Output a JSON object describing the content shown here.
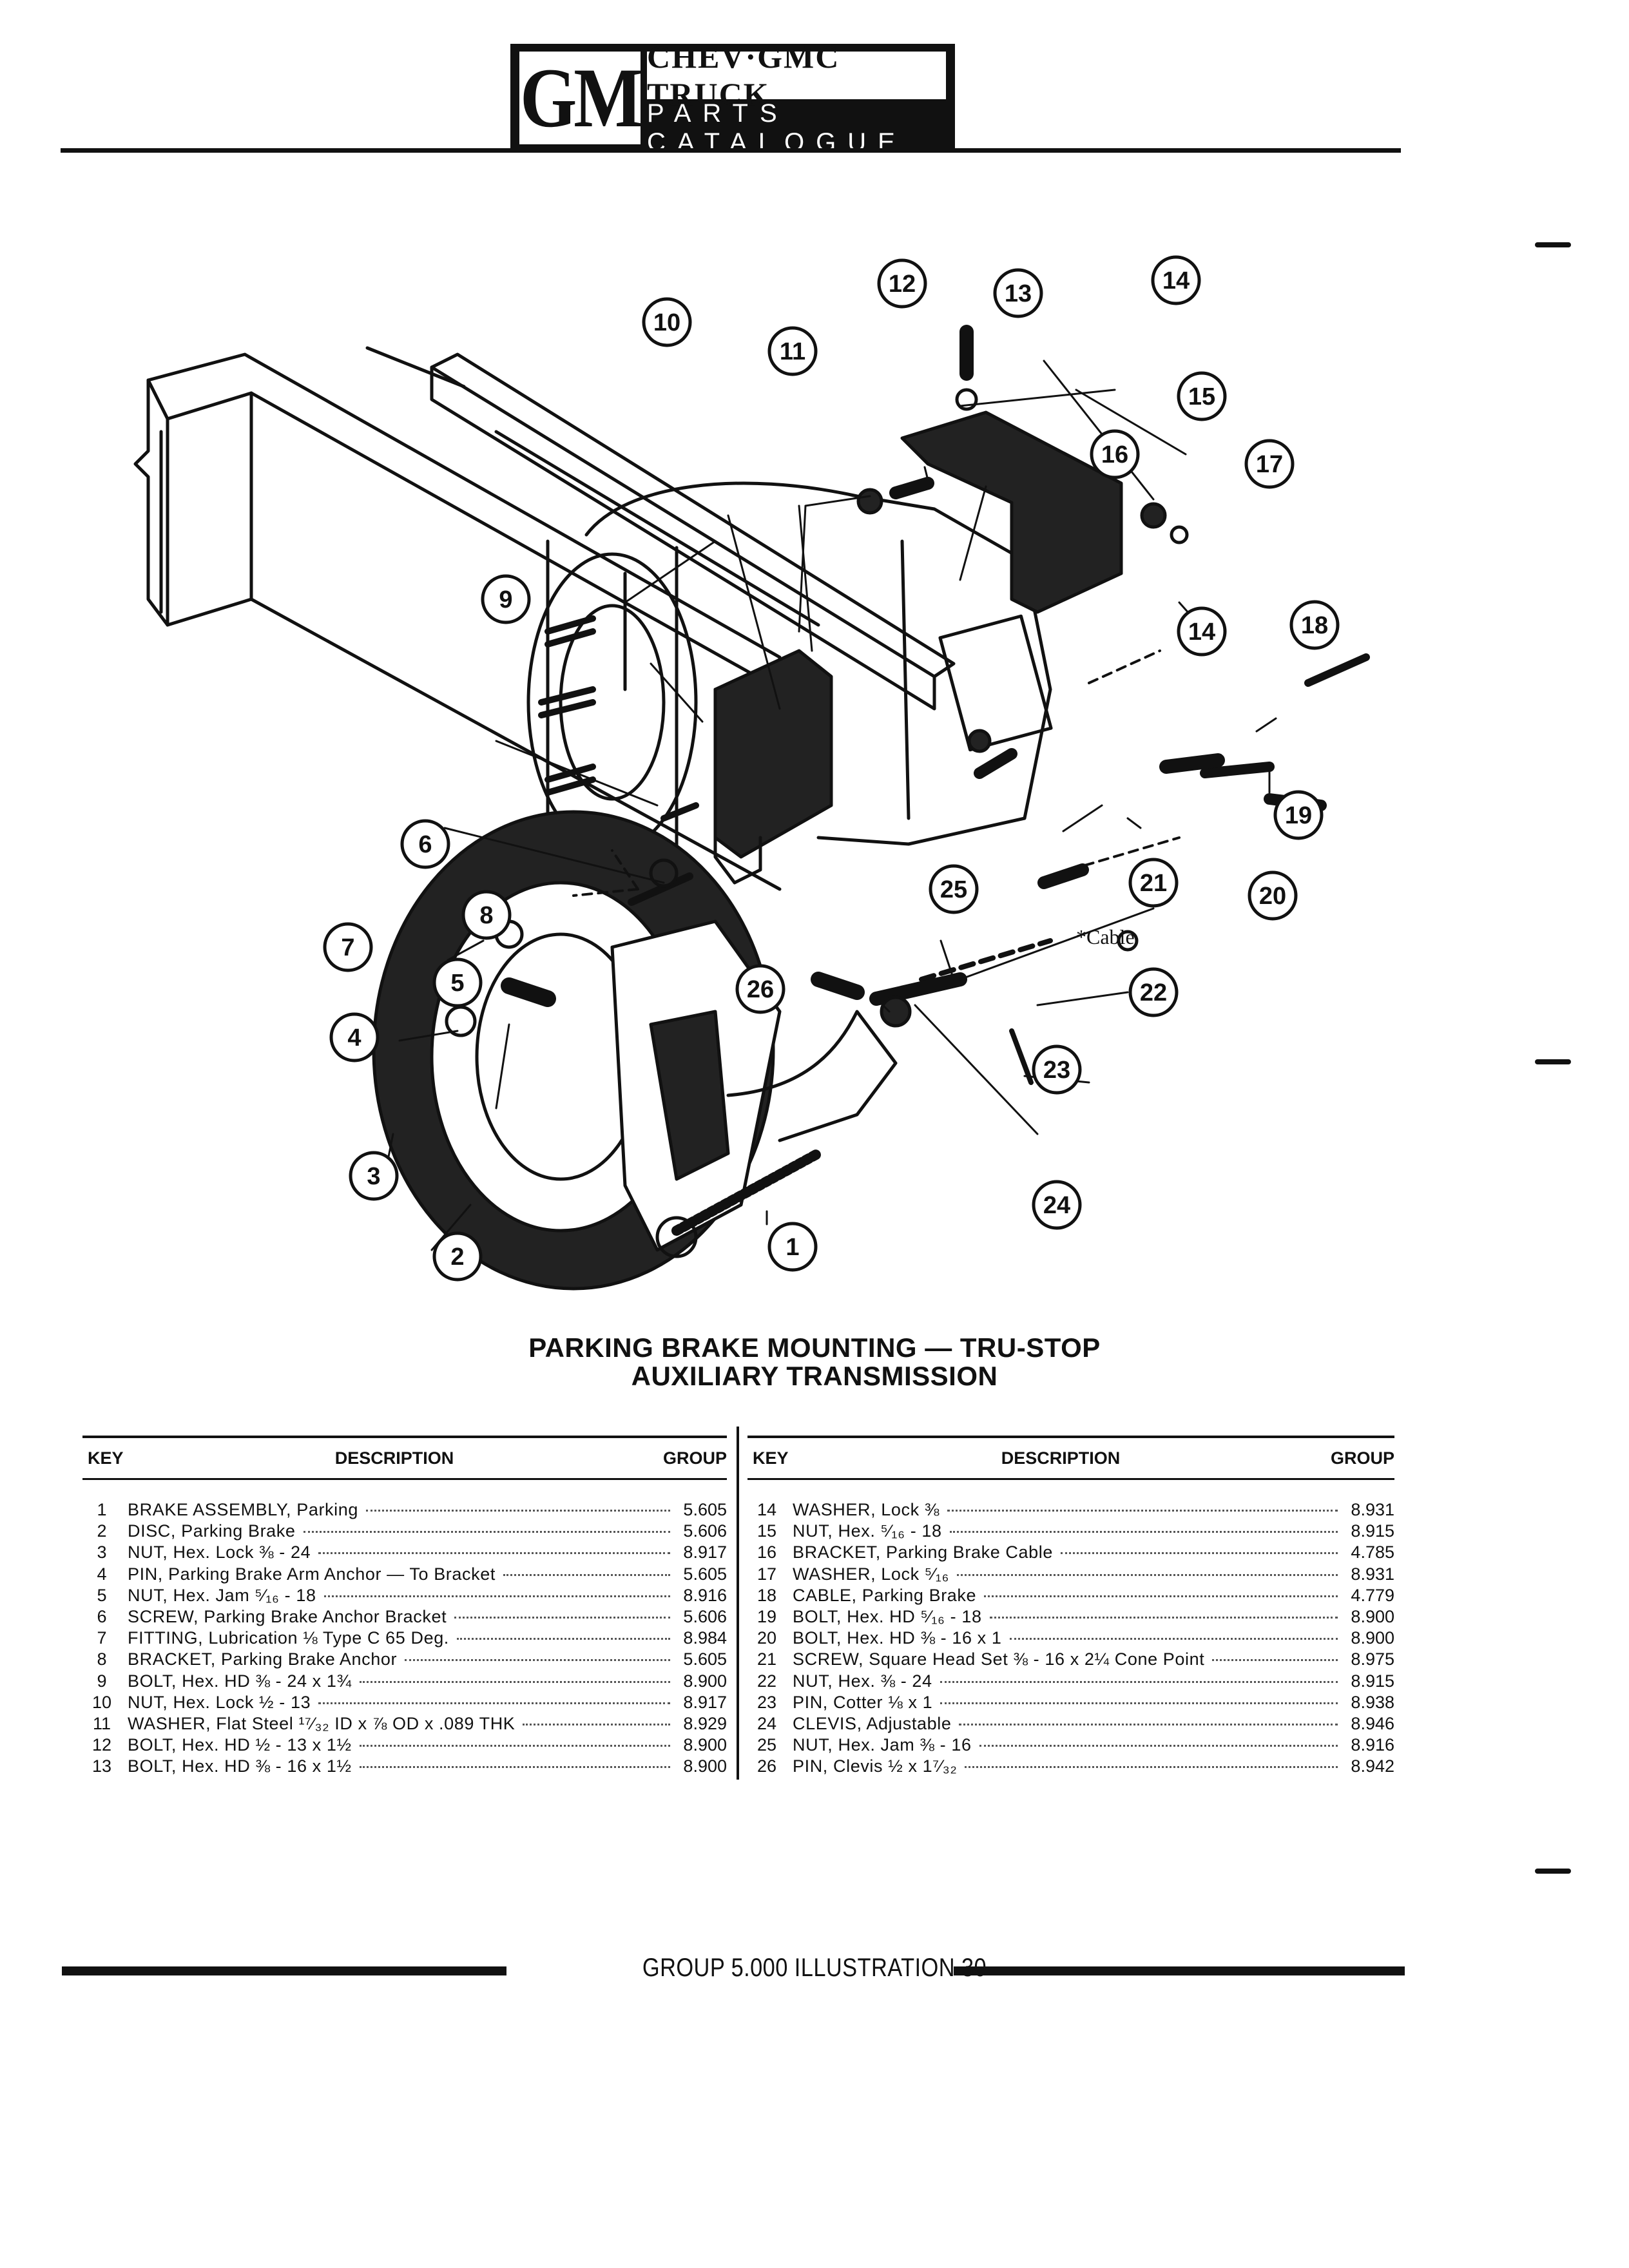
{
  "header": {
    "logo": "GM",
    "title": "CHEV·GMC TRUCK",
    "subtitle": "PARTS CATALOGUE"
  },
  "diagram": {
    "callouts": [
      "1",
      "2",
      "3",
      "4",
      "5",
      "6",
      "7",
      "8",
      "9",
      "10",
      "11",
      "12",
      "13",
      "14",
      "15",
      "16",
      "17",
      "14",
      "18",
      "19",
      "20",
      "21",
      "22",
      "23",
      "24",
      "25",
      "26"
    ],
    "cable_note": "*Cable"
  },
  "caption": {
    "line1": "PARKING BRAKE MOUNTING — TRU-STOP",
    "line2": "AUXILIARY TRANSMISSION"
  },
  "table_headers": {
    "key": "KEY",
    "description": "DESCRIPTION",
    "group": "GROUP"
  },
  "parts_left": [
    {
      "key": "1",
      "desc": "BRAKE ASSEMBLY, Parking",
      "group": "5.605"
    },
    {
      "key": "2",
      "desc": "DISC, Parking Brake",
      "group": "5.606"
    },
    {
      "key": "3",
      "desc": "NUT, Hex. Lock ⅜ - 24",
      "group": "8.917"
    },
    {
      "key": "4",
      "desc": "PIN, Parking Brake Arm Anchor — To Bracket",
      "group": "5.605"
    },
    {
      "key": "5",
      "desc": "NUT, Hex. Jam ⁵⁄₁₆ - 18",
      "group": "8.916"
    },
    {
      "key": "6",
      "desc": "SCREW, Parking Brake Anchor Bracket",
      "group": "5.606"
    },
    {
      "key": "7",
      "desc": "FITTING, Lubrication ⅛ Type C 65 Deg.",
      "group": "8.984"
    },
    {
      "key": "8",
      "desc": "BRACKET, Parking Brake Anchor",
      "group": "5.605"
    },
    {
      "key": "9",
      "desc": "BOLT, Hex. HD ⅜ - 24 x 1¾",
      "group": "8.900"
    },
    {
      "key": "10",
      "desc": "NUT, Hex. Lock ½ - 13",
      "group": "8.917"
    },
    {
      "key": "11",
      "desc": "WASHER, Flat Steel ¹⁷⁄₃₂ ID x ⅞ OD x .089 THK",
      "group": "8.929"
    },
    {
      "key": "12",
      "desc": "BOLT, Hex. HD ½ - 13 x 1½",
      "group": "8.900"
    },
    {
      "key": "13",
      "desc": "BOLT, Hex. HD ⅜ - 16 x 1½",
      "group": "8.900"
    }
  ],
  "parts_right": [
    {
      "key": "14",
      "desc": "WASHER, Lock ⅜",
      "group": "8.931"
    },
    {
      "key": "15",
      "desc": "NUT, Hex. ⁵⁄₁₆ - 18",
      "group": "8.915"
    },
    {
      "key": "16",
      "desc": "BRACKET, Parking Brake Cable",
      "group": "4.785"
    },
    {
      "key": "17",
      "desc": "WASHER, Lock ⁵⁄₁₆",
      "group": "8.931"
    },
    {
      "key": "18",
      "desc": "CABLE, Parking Brake",
      "group": "4.779"
    },
    {
      "key": "19",
      "desc": "BOLT, Hex. HD ⁵⁄₁₆ - 18",
      "group": "8.900"
    },
    {
      "key": "20",
      "desc": "BOLT, Hex. HD ⅜ - 16 x 1",
      "group": "8.900"
    },
    {
      "key": "21",
      "desc": "SCREW, Square Head Set ⅜ - 16 x 2¼ Cone Point",
      "group": "8.975"
    },
    {
      "key": "22",
      "desc": "NUT, Hex. ⅜ - 24",
      "group": "8.915"
    },
    {
      "key": "23",
      "desc": "PIN, Cotter ⅛ x 1",
      "group": "8.938"
    },
    {
      "key": "24",
      "desc": "CLEVIS, Adjustable",
      "group": "8.946"
    },
    {
      "key": "25",
      "desc": "NUT, Hex. Jam ⅜ - 16",
      "group": "8.916"
    },
    {
      "key": "26",
      "desc": "PIN, Clevis ½ x 1⁷⁄₃₂",
      "group": "8.942"
    }
  ],
  "footer": {
    "text": "GROUP 5.000 ILLUSTRATION 30"
  }
}
